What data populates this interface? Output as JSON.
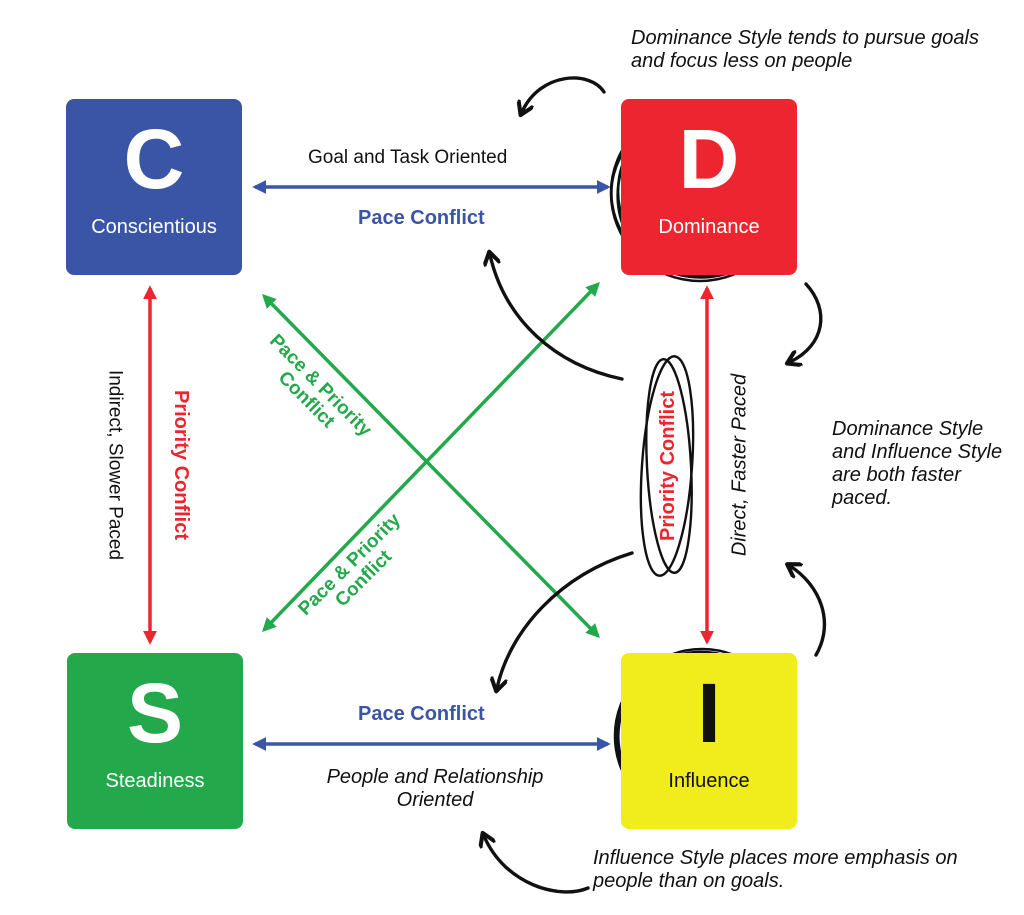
{
  "boxes": {
    "c": {
      "letter": "C",
      "name": "Conscientious",
      "color": "#3a55a6"
    },
    "d": {
      "letter": "D",
      "name": "Dominance",
      "color": "#ec2530"
    },
    "s": {
      "letter": "S",
      "name": "Steadiness",
      "color": "#23a94b"
    },
    "i": {
      "letter": "I",
      "name": "Influence",
      "color": "#f1ec1c"
    }
  },
  "labels": {
    "top_relation": "Goal and Task Oriented",
    "top_conflict": "Pace Conflict",
    "bottom_conflict": "Pace Conflict",
    "bottom_relation": "People and Relationship Oriented",
    "left_relation": "Indirect, Slower Paced",
    "left_conflict": "Priority Conflict",
    "right_conflict": "Priority Conflict",
    "right_relation": "Direct, Faster Paced",
    "diag_upper": "Pace & Priority Conflict",
    "diag_lower": "Pace & Priority Conflict"
  },
  "notes": {
    "dominance": "Dominance Style tends to pursue goals and focus less on people",
    "both": "Dominance Style and Influence Style are both faster paced.",
    "influence": "Influence Style places more emphasis on people than on goals."
  }
}
